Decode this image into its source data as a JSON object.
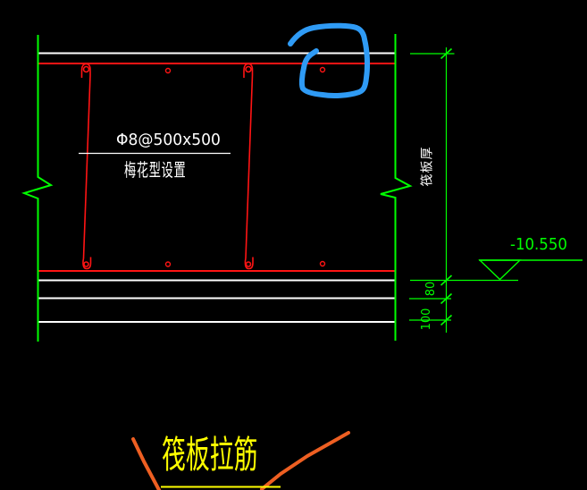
{
  "drawing": {
    "labels": {
      "rebar_spec": "Φ8@500x500",
      "rebar_pattern": "梅花型设置",
      "slab_thickness": "筏板厚",
      "elevation": "-10.550",
      "dim_upper": "80",
      "dim_lower": "100",
      "callout": "筏板拉筋"
    },
    "colors": {
      "background": "#000000",
      "outline_green": "#00ff00",
      "rebar_red": "#ff1414",
      "line_white": "#ffffff",
      "annotation_blue": "#2f9bf5",
      "callout_yellow": "#ffff00",
      "sketch_orange": "#ee5f22",
      "speckle_pink": "#c2648f"
    }
  }
}
